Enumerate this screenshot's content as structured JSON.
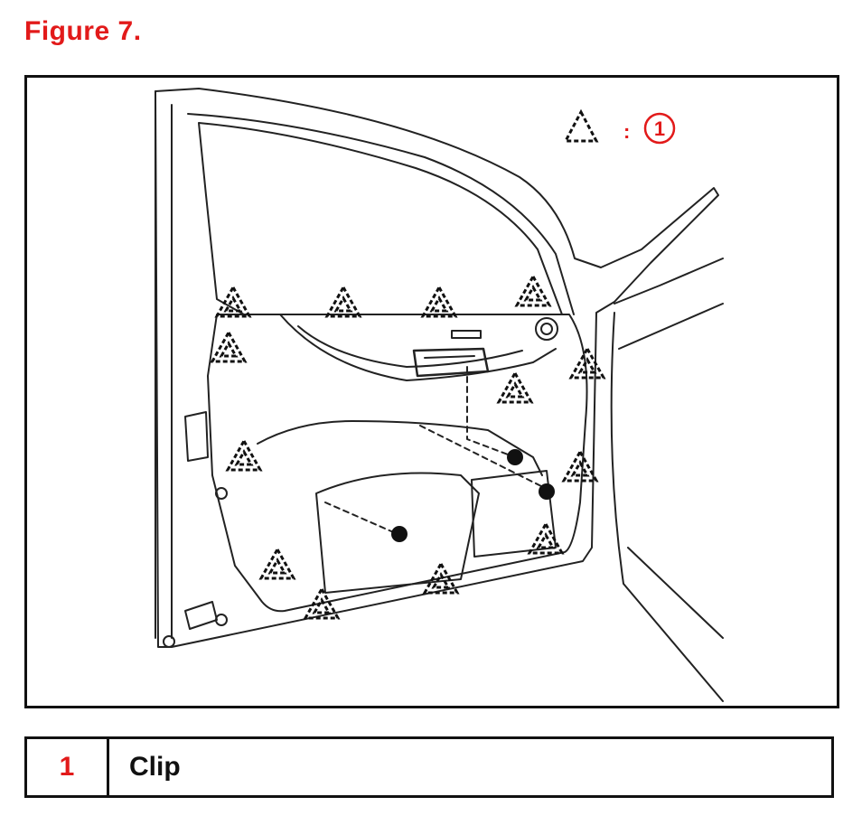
{
  "figure": {
    "title": "Figure 7.",
    "callout_symbol_label": "1",
    "callout_separator": ":",
    "callout_name": "clip-triangle-symbol"
  },
  "legend": {
    "rows": [
      {
        "number": "1",
        "label": "Clip"
      }
    ]
  },
  "colors": {
    "title_red": "#e21a1a",
    "line": "#111111",
    "background": "#ffffff"
  }
}
